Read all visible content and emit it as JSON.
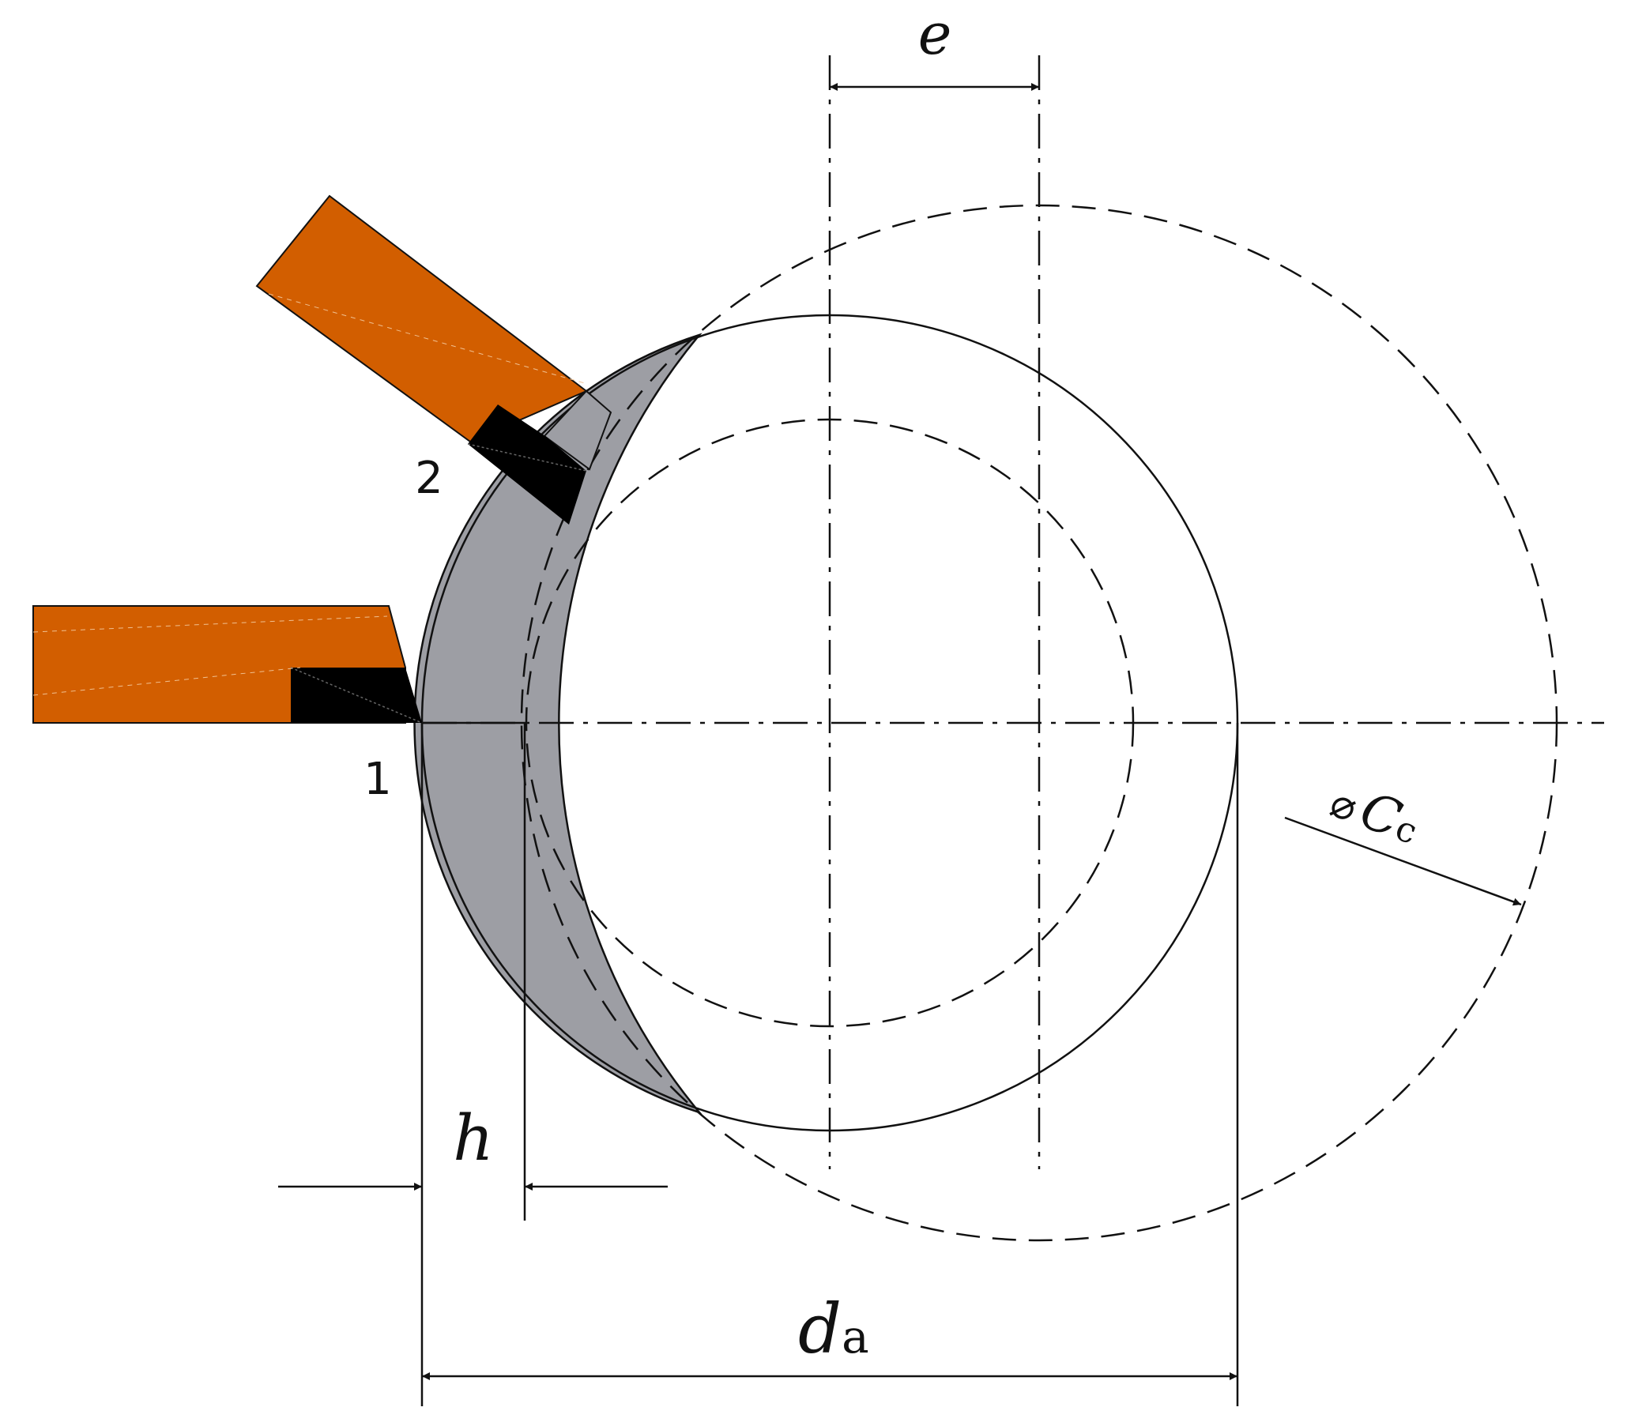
{
  "labels": {
    "tool_1": "1",
    "tool_2": "2",
    "eccentricity": "e",
    "offset": "h",
    "diameter_base": "d",
    "diameter_sub": "a",
    "cutting_symbol": "⌀",
    "cutting_var": "C",
    "cutting_sub": "c"
  },
  "colors": {
    "tool_body": "#d25e00",
    "tool_insert": "#000000",
    "workpiece_section": "#9d9ea4",
    "line": "#111111",
    "background": "#ffffff"
  }
}
